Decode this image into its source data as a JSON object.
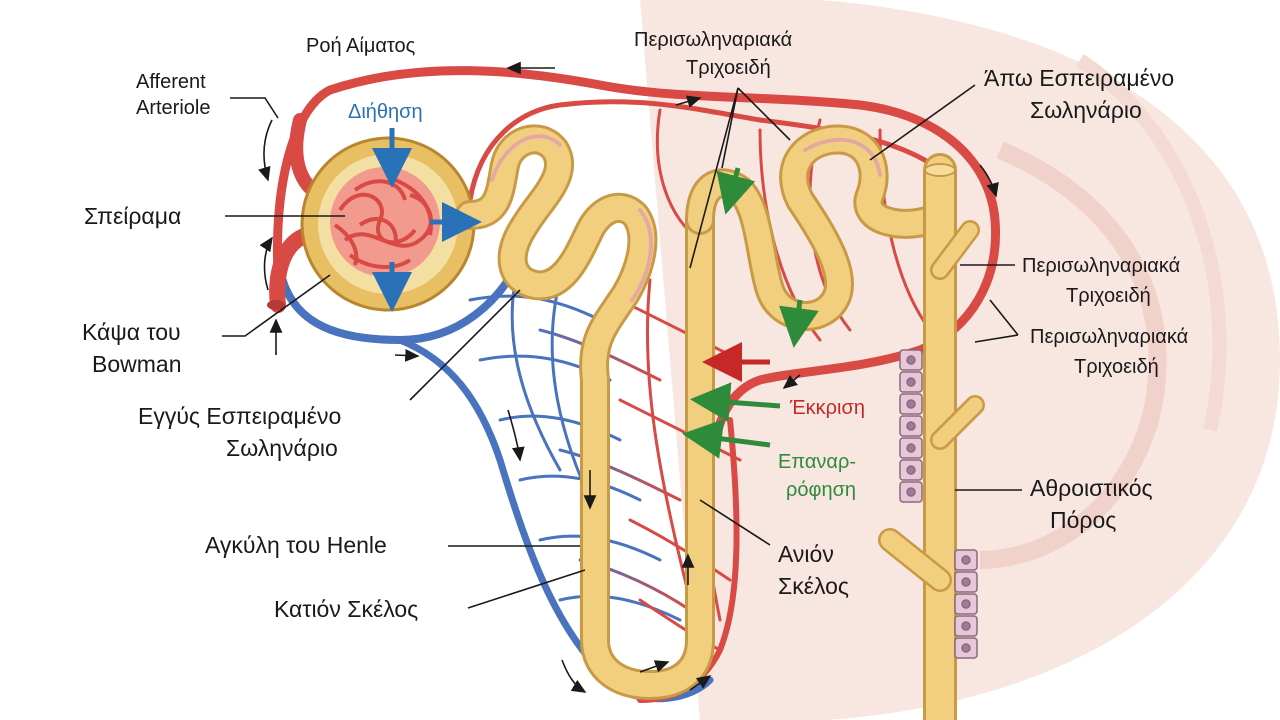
{
  "labels": {
    "blood_flow": "Ροή Αίματος",
    "afferent_line1": "Afferent",
    "afferent_line2": "Arteriole",
    "filtration": "Διήθηση",
    "glomerulus": "Σπείραμα",
    "bowman_line1": "Κάψα του",
    "bowman_line2": "Bowman",
    "pct_line1": "Εγγύς Εσπειραμένο",
    "pct_line2": "Σωληνάριο",
    "loop_henle": "Αγκύλη του Henle",
    "descending_limb": "Κατιόν Σκέλος",
    "peritubular_top_line1": "Περισωληναριακά",
    "peritubular_top_line2": "Τριχοειδή",
    "dct_line1": "Άπω Εσπειραμένο",
    "dct_line2": "Σωληνάριο",
    "peritubular_right1_line1": "Περισωληναριακά",
    "peritubular_right1_line2": "Τριχοειδή",
    "peritubular_right2_line1": "Περισωληναριακά",
    "peritubular_right2_line2": "Τριχοειδή",
    "secretion": "Έκκριση",
    "reabsorption_line1": "Επαναρ-",
    "reabsorption_line2": "ρόφηση",
    "collecting_line1": "Αθροιστικός",
    "collecting_line2": "Πόρος",
    "ascending_line1": "Ανιόν",
    "ascending_line2": "Σκέλος"
  },
  "colors": {
    "artery": "#d94a44",
    "vein": "#4a73bf",
    "tubule": "#f2cf7e",
    "tubule_outline": "#c89a45",
    "capsule": "#e9bf63",
    "glomerulus": "#e0574f",
    "filtration": "#2a72b8",
    "secretion": "#c62828",
    "reabsorption": "#2e8b3a",
    "kidney_bg": "#f8e6e1"
  }
}
